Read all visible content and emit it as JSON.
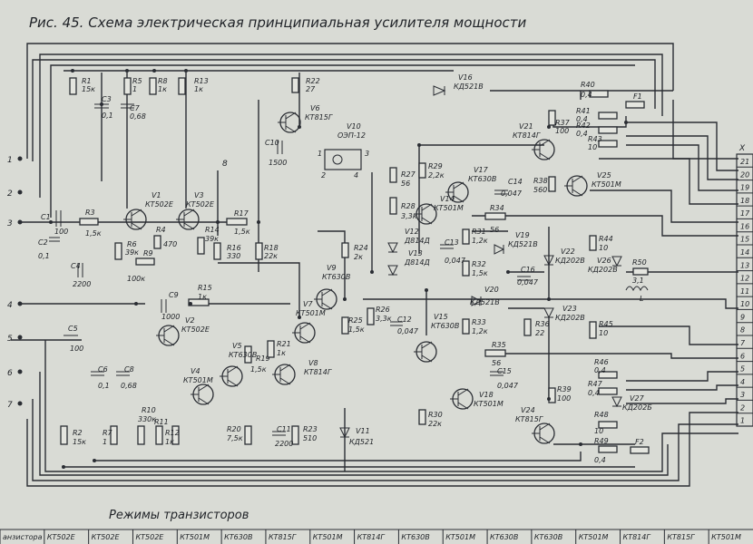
{
  "title": "Рис. 45. Схема электрическая принципиальная усилителя мощности",
  "connector": {
    "label": "X",
    "pins": [
      "21",
      "20",
      "19",
      "18",
      "17",
      "16",
      "15",
      "14",
      "13",
      "12",
      "11",
      "10",
      "9",
      "8",
      "7",
      "6",
      "5",
      "4",
      "3",
      "2",
      "1"
    ]
  },
  "inputs": [
    "1",
    "2",
    "3",
    "4",
    "5",
    "6",
    "7"
  ],
  "node8": "8",
  "resistors": [
    {
      "ref": "R1",
      "val": "15к"
    },
    {
      "ref": "R5",
      "val": "1"
    },
    {
      "ref": "R8",
      "val": "1к"
    },
    {
      "ref": "R13",
      "val": "1к"
    },
    {
      "ref": "R22",
      "val": "27"
    },
    {
      "ref": "R3",
      "val": "1,5к"
    },
    {
      "ref": "R4",
      "val": "470"
    },
    {
      "ref": "R6",
      "val": "39к"
    },
    {
      "ref": "R9",
      "val": "100к"
    },
    {
      "ref": "R14",
      "val": "39к"
    },
    {
      "ref": "R16",
      "val": "330"
    },
    {
      "ref": "R17",
      "val": "1,5к"
    },
    {
      "ref": "R18",
      "val": "22к"
    },
    {
      "ref": "R15",
      "val": "1к"
    },
    {
      "ref": "R24",
      "val": "2к"
    },
    {
      "ref": "R26",
      "val": "3,3к"
    },
    {
      "ref": "R25",
      "val": "1,5к"
    },
    {
      "ref": "R27",
      "val": "56"
    },
    {
      "ref": "R28",
      "val": "3,3к"
    },
    {
      "ref": "R29",
      "val": "2,2к"
    },
    {
      "ref": "R31",
      "val": "1,2к"
    },
    {
      "ref": "R32",
      "val": "1,5к"
    },
    {
      "ref": "R33",
      "val": "1,2к"
    },
    {
      "ref": "R34",
      "val": "56"
    },
    {
      "ref": "R35",
      "val": "56"
    },
    {
      "ref": "R30",
      "val": "22к"
    },
    {
      "ref": "R36",
      "val": "22"
    },
    {
      "ref": "R37",
      "val": "100"
    },
    {
      "ref": "R38",
      "val": "560"
    },
    {
      "ref": "R39",
      "val": "100"
    },
    {
      "ref": "R40",
      "val": "0,4"
    },
    {
      "ref": "R41",
      "val": "0,4"
    },
    {
      "ref": "R42",
      "val": "0,4"
    },
    {
      "ref": "R43",
      "val": "10"
    },
    {
      "ref": "R44",
      "val": "10"
    },
    {
      "ref": "R45",
      "val": "10"
    },
    {
      "ref": "R46",
      "val": "0,4"
    },
    {
      "ref": "R47",
      "val": "0,4"
    },
    {
      "ref": "R48",
      "val": "10"
    },
    {
      "ref": "R49",
      "val": "0,4"
    },
    {
      "ref": "R50",
      "val": "3,1"
    },
    {
      "ref": "R2",
      "val": "15к"
    },
    {
      "ref": "R7",
      "val": "1"
    },
    {
      "ref": "R10",
      "val": "330к"
    },
    {
      "ref": "R11",
      "val": ""
    },
    {
      "ref": "R12",
      "val": "1к"
    },
    {
      "ref": "R19",
      "val": "1,5к"
    },
    {
      "ref": "R20",
      "val": "7,5к"
    },
    {
      "ref": "R21",
      "val": "1к"
    },
    {
      "ref": "R23",
      "val": "510"
    }
  ],
  "capacitors": [
    {
      "ref": "C1",
      "val": "100"
    },
    {
      "ref": "C2",
      "val": "0,1"
    },
    {
      "ref": "C3",
      "val": "0,1"
    },
    {
      "ref": "C4",
      "val": "2200"
    },
    {
      "ref": "C5",
      "val": "100"
    },
    {
      "ref": "C6",
      "val": "0,1"
    },
    {
      "ref": "C7",
      "val": "0,68"
    },
    {
      "ref": "C8",
      "val": "0,68"
    },
    {
      "ref": "C9",
      "val": "1000"
    },
    {
      "ref": "C10",
      "val": "1500"
    },
    {
      "ref": "C11",
      "val": "2200"
    },
    {
      "ref": "C12",
      "val": "0,047"
    },
    {
      "ref": "C13",
      "val": "0,047"
    },
    {
      "ref": "C14",
      "val": "0,047"
    },
    {
      "ref": "C15",
      "val": "0,047"
    },
    {
      "ref": "C16",
      "val": "0,047"
    }
  ],
  "transistors": [
    {
      "ref": "V1",
      "type": "КТ502Е"
    },
    {
      "ref": "V2",
      "type": "КТ502Е"
    },
    {
      "ref": "V3",
      "type": "КТ502Е"
    },
    {
      "ref": "V4",
      "type": "КТ501М"
    },
    {
      "ref": "V5",
      "type": "КТ630В"
    },
    {
      "ref": "V6",
      "type": "КТ815Г"
    },
    {
      "ref": "V7",
      "type": "КТ501М"
    },
    {
      "ref": "V8",
      "type": "КТ814Г"
    },
    {
      "ref": "V9",
      "type": "КТ630В"
    },
    {
      "ref": "V14",
      "type": "КТ501М"
    },
    {
      "ref": "V15",
      "type": "КТ630В"
    },
    {
      "ref": "V17",
      "type": "КТ630В"
    },
    {
      "ref": "V18",
      "type": "КТ501М"
    },
    {
      "ref": "V21",
      "type": "КТ814Г"
    },
    {
      "ref": "V24",
      "type": "КТ815Г"
    },
    {
      "ref": "V25",
      "type": "КТ501М"
    }
  ],
  "diodes": [
    {
      "ref": "V16",
      "type": "КД521В"
    },
    {
      "ref": "V11",
      "type": "КД521"
    },
    {
      "ref": "V12",
      "type": "Д814Д"
    },
    {
      "ref": "V13",
      "type": "Д814Д"
    },
    {
      "ref": "V19",
      "type": "КД521В"
    },
    {
      "ref": "V20",
      "type": "КД521В"
    },
    {
      "ref": "V22",
      "type": "КД202В"
    },
    {
      "ref": "V23",
      "type": "КД202В"
    },
    {
      "ref": "V26",
      "type": "КД202В"
    },
    {
      "ref": "V27",
      "type": "КД202Б"
    }
  ],
  "optocoupler": {
    "ref": "V10",
    "type": "ОЭП-12",
    "pins": [
      "1",
      "2",
      "3",
      "4"
    ]
  },
  "fuses": [
    "F1",
    "F2"
  ],
  "inductor": "L",
  "modes_title": "Режимы транзисторов",
  "table_header": [
    "анзистора",
    "КТ502Е",
    "КТ502Е",
    "КТ502Е",
    "КТ501М",
    "КТ630В",
    "КТ815Г",
    "КТ501М",
    "КТ814Г",
    "КТ630В",
    "КТ501М",
    "КТ630В",
    "КТ630В",
    "КТ501М",
    "КТ814Г",
    "КТ815Г",
    "КТ501М"
  ]
}
